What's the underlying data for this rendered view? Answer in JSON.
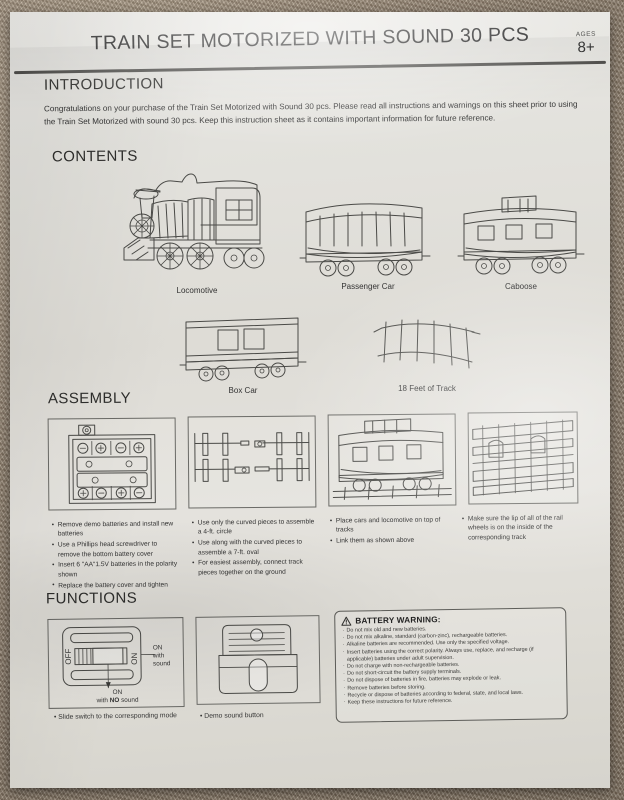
{
  "document": {
    "title": "TRAIN SET MOTORIZED WITH SOUND 30 PCS",
    "ages_label": "AGES",
    "ages_value": "8+"
  },
  "introduction": {
    "heading": "INTRODUCTION",
    "body": "Congratulations on your purchase of the Train Set Motorized with Sound 30 pcs. Please read all instructions and warnings on this sheet prior to using the Train Set Motorized with sound 30 pcs. Keep this instruction sheet as it contains important information for future reference."
  },
  "contents": {
    "heading": "CONTENTS",
    "items": [
      {
        "label": "Locomotive",
        "icon": "locomotive-illustration"
      },
      {
        "label": "Passenger Car",
        "icon": "passenger-car-illustration"
      },
      {
        "label": "Caboose",
        "icon": "caboose-illustration"
      },
      {
        "label": "Box Car",
        "icon": "box-car-illustration"
      },
      {
        "label": "18 Feet of Track",
        "icon": "track-illustration"
      }
    ]
  },
  "assembly": {
    "heading": "ASSEMBLY",
    "steps": [
      {
        "icon": "battery-compartment-diagram",
        "bullets": [
          "Remove demo batteries and install new batteries",
          "Use a Phillips head screwdriver to remove the bottom battery cover",
          "Insert 6 \"AA\"1.5V batteries in the polarity shown",
          "Replace the battery cover and tighten"
        ]
      },
      {
        "icon": "track-connection-diagram",
        "bullets": [
          "Use only the curved pieces to assemble a 4-ft. circle",
          "Use along with the curved pieces to assemble a 7-ft. oval",
          "For easiest assembly, connect track pieces together on the ground"
        ]
      },
      {
        "icon": "car-on-track-diagram",
        "bullets": [
          "Place cars and locomotive on top of tracks",
          "Link them as shown above"
        ]
      },
      {
        "icon": "wheel-lip-on-rail-diagram",
        "bullets": [
          "Make sure the lip of all of the rail wheels is on the inside of the corresponding track"
        ]
      }
    ]
  },
  "functions": {
    "heading": "FUNCTIONS",
    "switch_diagram": {
      "icon": "slide-switch-diagram",
      "off_label": "OFF",
      "on_label": "ON",
      "callout_right_line1": "ON",
      "callout_right_line2": "with sound",
      "callout_bottom_line1": "ON",
      "callout_bottom_line2_prefix": "with ",
      "callout_bottom_line2_bold": "NO",
      "callout_bottom_line2_suffix": " sound"
    },
    "demo_diagram": {
      "icon": "demo-sound-button-diagram"
    },
    "notes": [
      "Slide switch to the corresponding mode",
      "Demo sound button"
    ]
  },
  "battery_warning": {
    "icon": "warning-triangle-icon",
    "heading": "BATTERY WARNING:",
    "items": [
      "Do not mix old and new batteries.",
      "Do not mix alkaline, standard (carbon-zinc), rechargeable batteries.",
      "Alkaline batteries are recommended. Use only the specified voltage.",
      "Insert batteries using the correct polarity. Always use, replace, and recharge (if applicable) batteries under adult supervision.",
      "Do not charge with non-rechargeable batteries.",
      "Do not short-circuit the battery supply terminals.",
      "Do not dispose of batteries in fire, batteries may explode or leak.",
      "Remove batteries before storing.",
      "Recycle or dispose of batteries according to federal, state, and local laws.",
      "Keep these instructions for future reference."
    ]
  },
  "colors": {
    "paper": "#e3e2dd",
    "ink": "#3a3a38",
    "rule": "#4b4a47",
    "backdrop": "#8d8175"
  }
}
